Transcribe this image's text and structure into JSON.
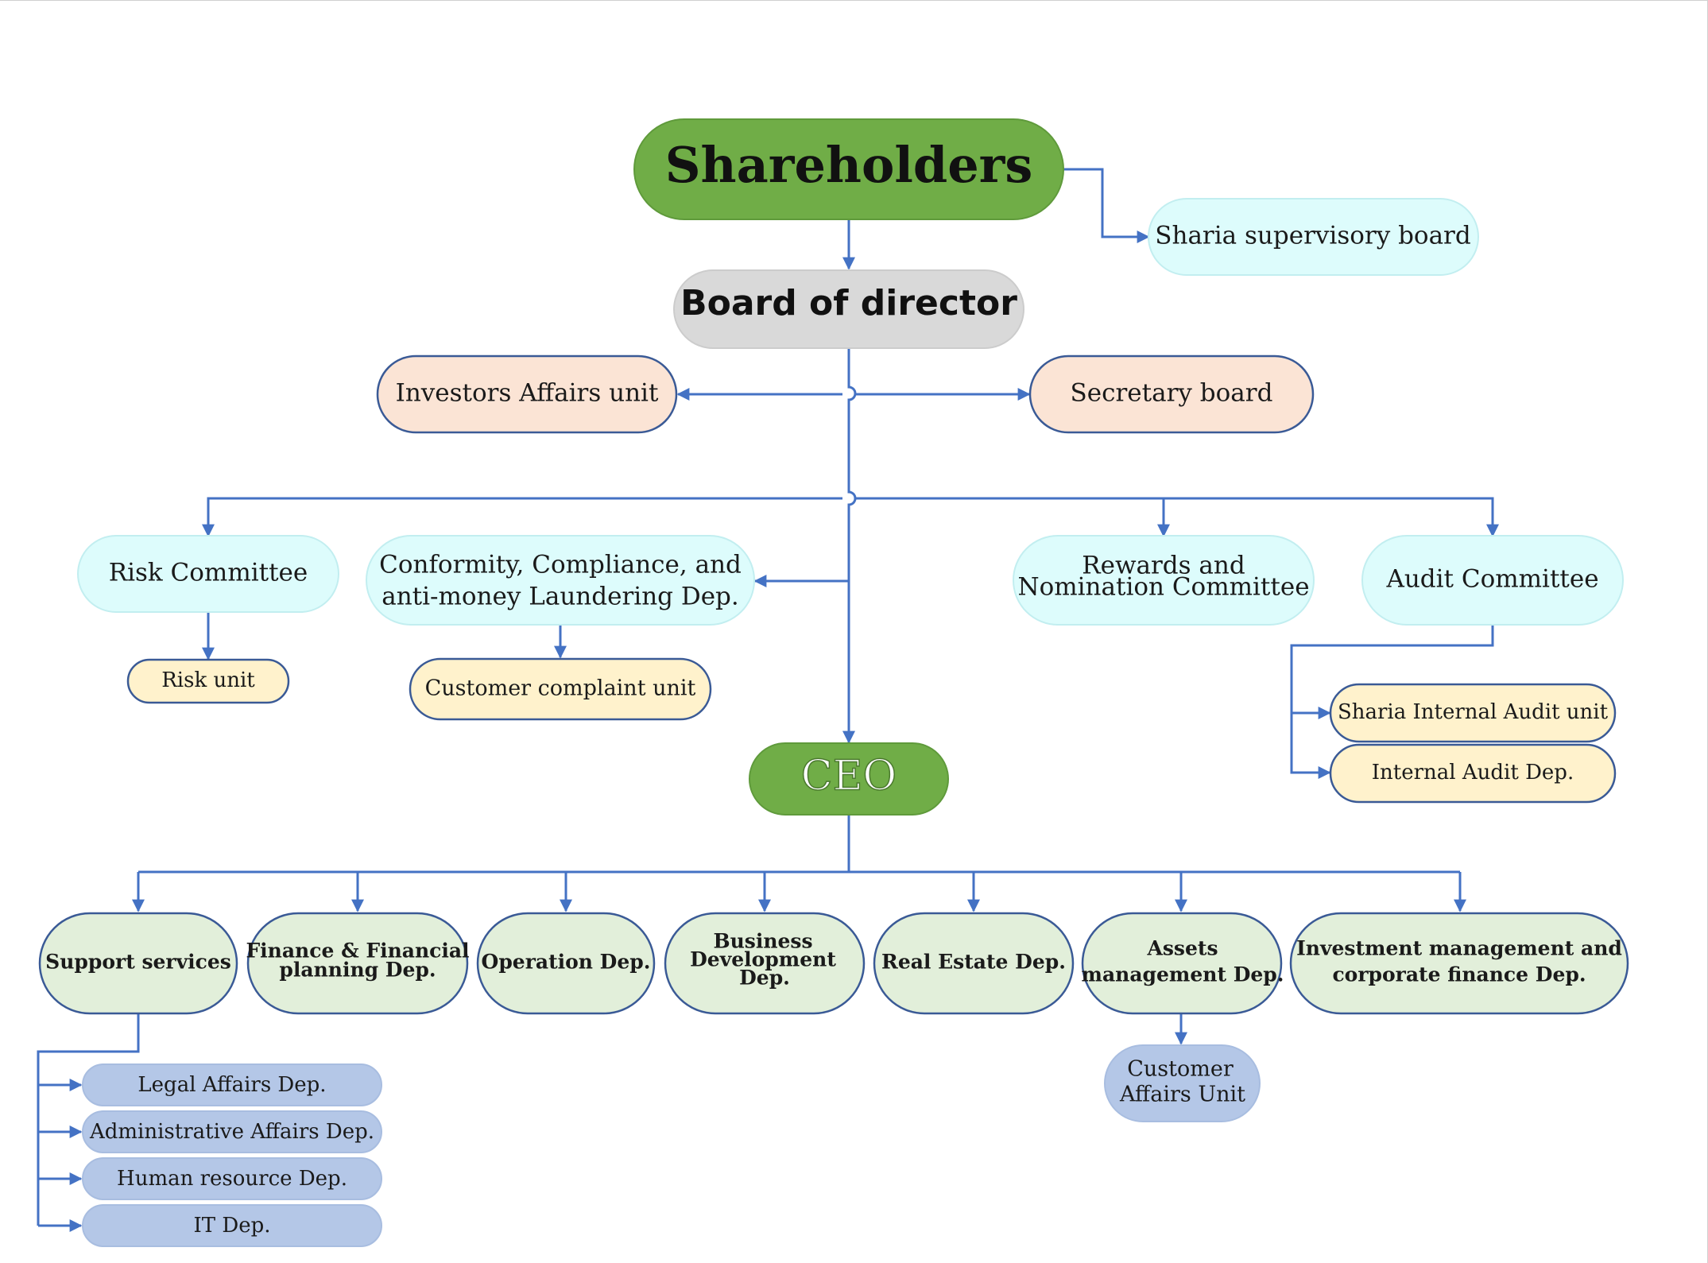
{
  "colors": {
    "connector": "#4472c4",
    "green": "#70ad47",
    "grey": "#d9d9d9",
    "cyan": "#ddfcfc",
    "peach": "#fbe4d5",
    "cream": "#fff2cc",
    "sage": "#e2efda",
    "lavender": "#b4c7e7",
    "text": "#1a1a1a",
    "white_text": "#ffffff"
  },
  "nodes": {
    "shareholders": "Shareholders",
    "sharia_board": "Sharia supervisory board",
    "board_of_director": "Board of director",
    "investors_affairs": "Investors Affairs unit",
    "secretary_board": "Secretary board",
    "risk_committee": "Risk Committee",
    "risk_unit": "Risk unit",
    "conformity": [
      "Conformity, Compliance, and",
      "anti-money Laundering Dep."
    ],
    "customer_complaint": "Customer complaint unit",
    "rewards": [
      "Rewards and",
      "Nomination Committee"
    ],
    "audit_committee": "Audit Committee",
    "sharia_internal_audit": "Sharia Internal Audit unit",
    "internal_audit": "Internal Audit Dep.",
    "ceo": "CEO",
    "support_services": "Support services",
    "finance": [
      "Finance & Financial",
      "planning Dep."
    ],
    "operation": "Operation Dep.",
    "business_dev": [
      "Business",
      "Development",
      "Dep."
    ],
    "real_estate": "Real Estate Dep.",
    "assets_mgmt": [
      "Assets",
      "management Dep."
    ],
    "investment_mgmt": [
      "Investment management and",
      "corporate finance Dep."
    ],
    "customer_affairs": [
      "Customer",
      "Affairs Unit"
    ],
    "legal_affairs": "Legal Affairs Dep.",
    "admin_affairs": "Administrative Affairs Dep.",
    "human_resource": "Human resource Dep.",
    "it_dep": "IT Dep."
  }
}
